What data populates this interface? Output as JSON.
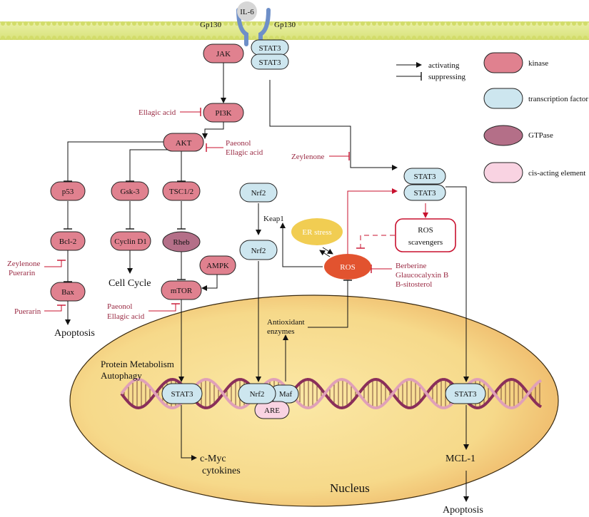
{
  "membrane": {
    "ligand": "IL-6",
    "receptor_left": "Gp130",
    "receptor_right": "Gp130"
  },
  "legend": {
    "activating": "activating",
    "suppressing": "suppressing",
    "kinase": "kinase",
    "transcription_factor": "transcription factor",
    "gtpase": "GTPase",
    "cis_element": "cis-acting element"
  },
  "nodes": {
    "jak": "JAK",
    "stat3_top_a": "STAT3",
    "stat3_top_b": "STAT3",
    "pi3k": "PI3K",
    "akt": "AKT",
    "p53": "p53",
    "gsk3": "Gsk-3",
    "tsc": "TSC1/2",
    "bcl2": "Bcl-2",
    "cyclin": "Cyclin D1",
    "rheb": "Rheb",
    "ampk": "AMPK",
    "bax": "Bax",
    "mtor": "mTOR",
    "nrf2_a": "Nrf2",
    "nrf2_b": "Nrf2",
    "stat3_mid_a": "STAT3",
    "stat3_mid_b": "STAT3",
    "er_stress": "ER stress",
    "ros": "ROS",
    "ros_scavengers_1": "ROS",
    "ros_scavengers_2": "scavengers",
    "nuc_stat3_left": "STAT3",
    "nuc_nrf2": "Nrf2",
    "nuc_maf": "Maf",
    "nuc_are": "ARE",
    "nuc_stat3_right": "STAT3"
  },
  "labels": {
    "keap1": "Keap1",
    "cell_cycle": "Cell Cycle",
    "apoptosis_left": "Apoptosis",
    "antioxidant_1": "Antioxidant",
    "antioxidant_2": "enzymes",
    "protein_metabolism": "Protein Metabolism",
    "autophagy": "Autophagy",
    "cmyc": "c-Myc",
    "cytokines": "cytokines",
    "mcl1": "MCL-1",
    "nucleus": "Nucleus",
    "apoptosis_right": "Apoptosis"
  },
  "inhibitors": {
    "pi3k": "Ellagic acid",
    "akt_1": "Paeonol",
    "akt_2": "Ellagic acid",
    "stat3": "Zeylenone",
    "bcl2_1": "Zeylenone",
    "bcl2_2": "Puerarin",
    "bax": "Puerarin",
    "mtor_1": "Paeonol",
    "mtor_2": "Ellagic acid",
    "ros_1": "Berberine",
    "ros_2": "Glaucocalyxin B",
    "ros_3": "B-sitosterol"
  },
  "colors": {
    "kinase": "#e0818f",
    "transcription_factor": "#cde6ef",
    "gtpase": "#b46f88",
    "cis_element": "#f9d3e2",
    "ros": "#e2532f",
    "er_stress": "#f1cd52",
    "inhibitor_text": "#9a2a43",
    "nucleus_fill": "#f4d27a"
  }
}
